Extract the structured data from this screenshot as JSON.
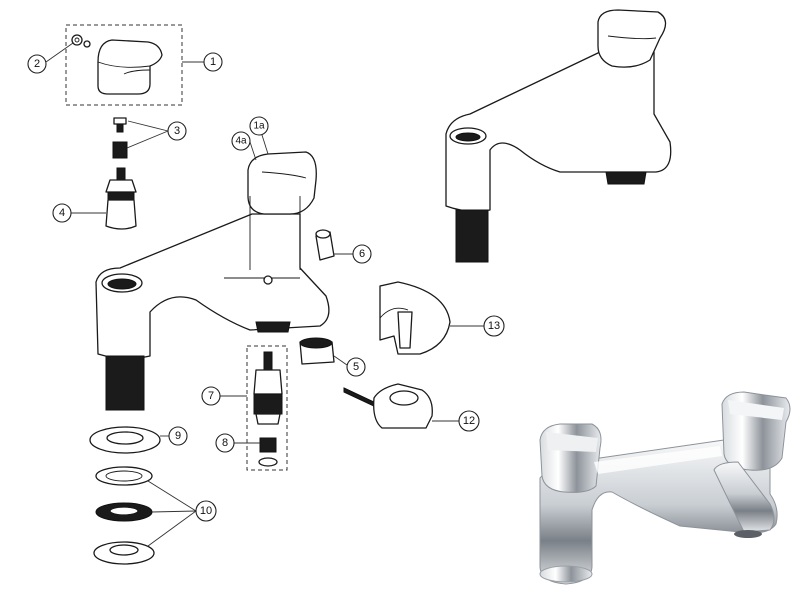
{
  "callouts": {
    "c1": "1",
    "c1a": "1a",
    "c2": "2",
    "c3": "3",
    "c4": "4",
    "c4a": "4a",
    "c5": "5",
    "c6": "6",
    "c7": "7",
    "c8": "8",
    "c9": "9",
    "c10": "10",
    "c12": "12",
    "c13": "13"
  },
  "colors": {
    "line": "#1a1a1a",
    "thread": "#1b1b1b",
    "chrome_light": "#e9ecef",
    "chrome_dark": "#6d737a",
    "background": "#ffffff"
  }
}
